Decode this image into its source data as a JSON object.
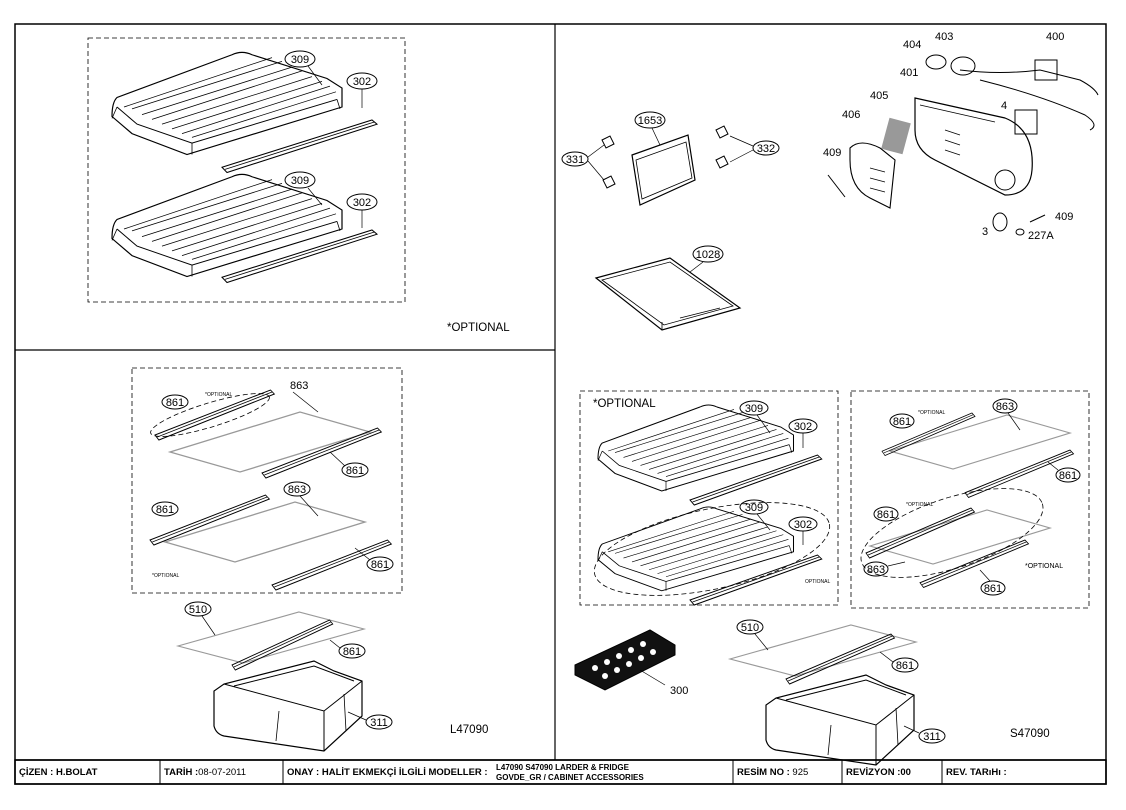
{
  "panels": {
    "top_left": {
      "optional_note": "*OPTIONAL"
    },
    "bottom_left": {
      "model": "L47090",
      "small_optional_a": "*OPTIONAL",
      "small_optional_b": "*OPTIONAL"
    },
    "right_mid": {
      "optional_note": "*OPTIONAL",
      "small_optional": "OPTIONAL"
    },
    "right_mid2": {
      "small_optional_a": "*OPTIONAL",
      "small_optional_b": "*OPTIONAL",
      "optional_note": "*OPTIONAL"
    },
    "bottom_right": {
      "model": "S47090"
    }
  },
  "parts": {
    "p309": "309",
    "p302": "302",
    "p861": "861",
    "p863": "863",
    "p510": "510",
    "p311": "311",
    "p1653": "1653",
    "p331": "331",
    "p332": "332",
    "p1028": "1028",
    "p300": "300",
    "p400": "400",
    "p401": "401",
    "p403": "403",
    "p404": "404",
    "p405": "405",
    "p406": "406",
    "p409": "409",
    "p4": "4",
    "p3": "3",
    "p227a": "227A"
  },
  "title_block": {
    "drawn_label": "ÇİZEN :",
    "drawn_value": "H.BOLAT",
    "date_label": "TARİH :",
    "date_value": "08-07-2011",
    "approved_label": "ONAY :",
    "approved_value": "HALİT EKMEKÇİ",
    "models_label": "İLGİLİ MODELLER :",
    "models_line1": "L47090  S47090 LARDER & FRIDGE",
    "models_line2": "GOVDE_GR  / CABINET ACCESSORIES",
    "drawing_no_label": "RESİM NO :",
    "drawing_no_value": "925",
    "revision_label": "REVİZYON :",
    "revision_value": "00",
    "rev_date_label": "REV. TARıHı :",
    "rev_date_value": ""
  }
}
